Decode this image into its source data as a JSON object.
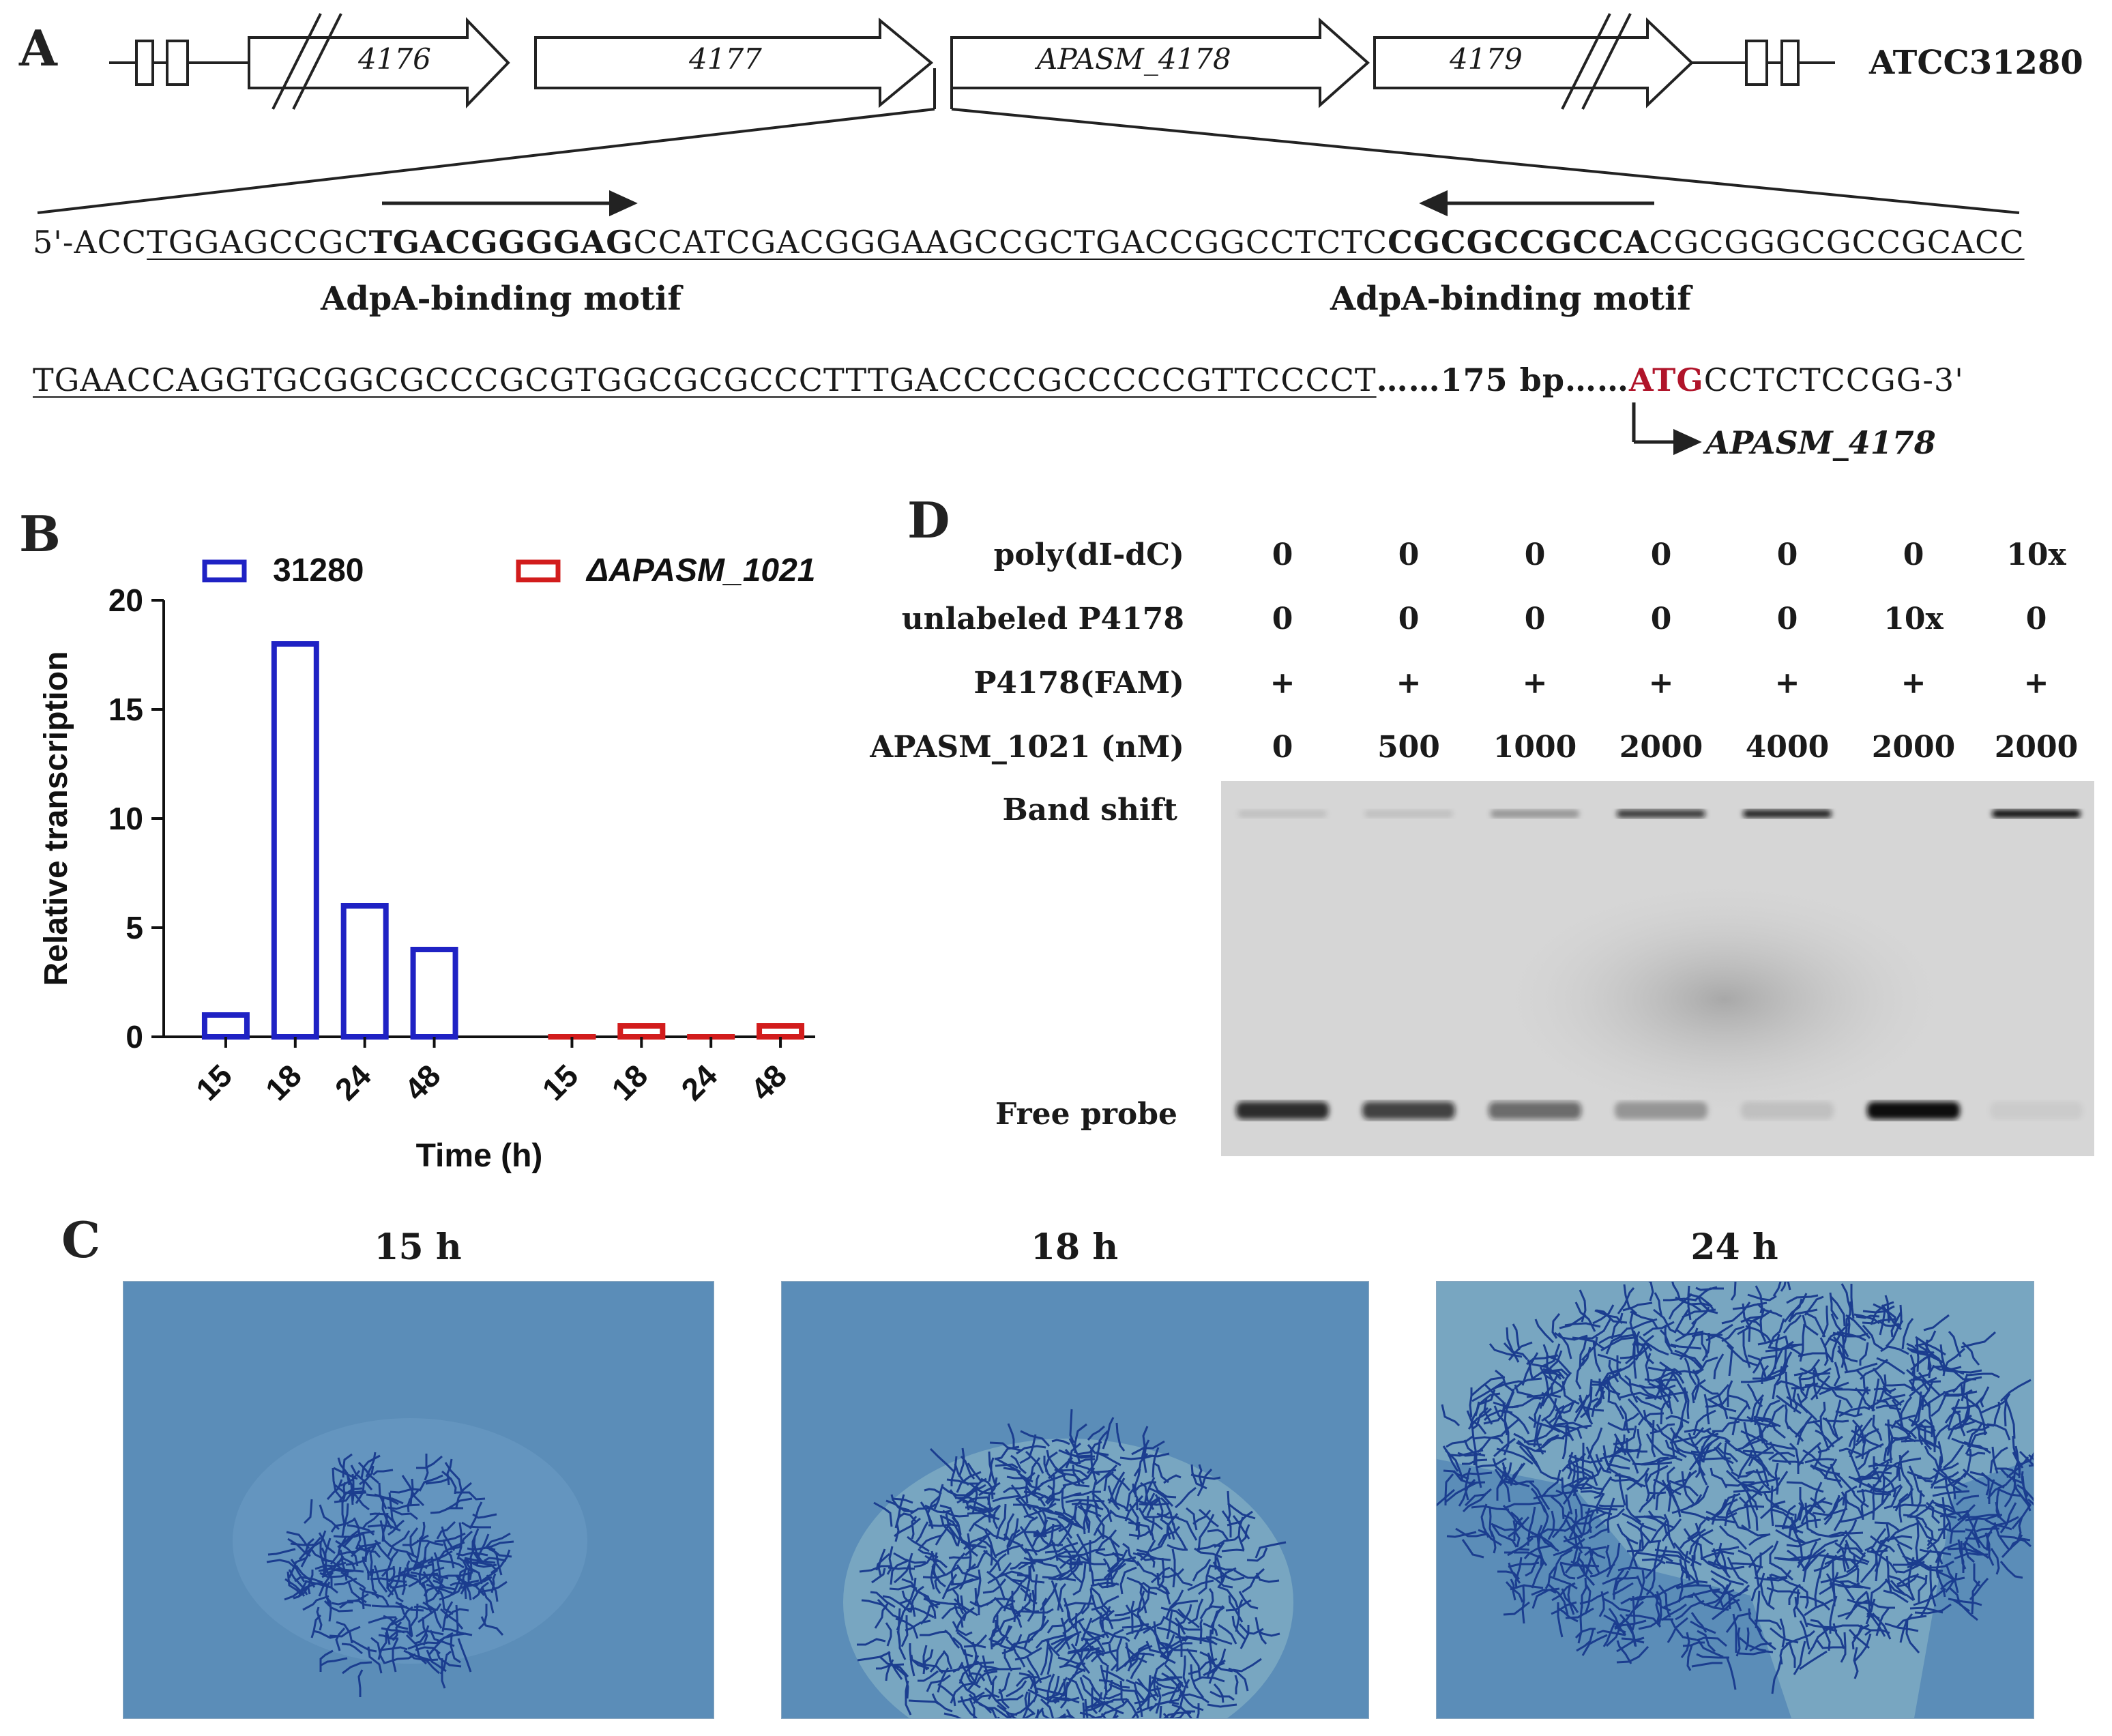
{
  "panels": {
    "a": "A",
    "b": "B",
    "c": "C",
    "d": "D"
  },
  "panel_a": {
    "genes": [
      "4176",
      "4177",
      "APASM_4178",
      "4179"
    ],
    "strain": "ATCC31280",
    "seq1": {
      "prefix": "5'-ACC",
      "underlined_start": "TGGAGCCGC",
      "motif1": "TGACGGGGAG",
      "middle": "CCATCGACGGGAAGCCGCTGACCGGCCTCTC",
      "motif2": "CGCGCCGCCA",
      "end": "CGCGGGCGCCGCACC"
    },
    "motif_label_left": "AdpA-binding motif",
    "motif_label_right": "AdpA-binding motif",
    "seq2": {
      "underlined": "TGAACCAGGTGCGGCGCCCGCGTGGCGCGCCCTTTGACCCCGCCCCCGTTCCCCT",
      "gap": "……175 bp……",
      "start_codon": "ATG",
      "tail": "CCTCTCCGG-3'"
    },
    "start_gene_label": "APASM_4178"
  },
  "chart_data": {
    "type": "bar",
    "categories": [
      "15",
      "18",
      "24",
      "48",
      "15",
      "18",
      "24",
      "48"
    ],
    "series": [
      {
        "name": "31280",
        "values": [
          1,
          18,
          6,
          4,
          null,
          null,
          null,
          null
        ],
        "color": "#1f22c4"
      },
      {
        "name": "ΔAPASM_1021",
        "values": [
          null,
          null,
          null,
          null,
          0,
          0.5,
          0,
          0.5
        ],
        "color": "#d21c1c"
      }
    ],
    "xlabel": "Time (h)",
    "ylabel": "Relative transcription",
    "ylim": [
      0,
      20
    ],
    "yticks": [
      0,
      5,
      10,
      15,
      20
    ],
    "legend": "top"
  },
  "panel_d": {
    "row_labels": [
      "poly(dI-dC)",
      "unlabeled P4178",
      "P4178(FAM)",
      "APASM_1021 (nM)"
    ],
    "rows": [
      [
        "0",
        "0",
        "0",
        "0",
        "0",
        "0",
        "10x"
      ],
      [
        "0",
        "0",
        "0",
        "0",
        "0",
        "10x",
        "0"
      ],
      [
        "+",
        "+",
        "+",
        "+",
        "+",
        "+",
        "+"
      ],
      [
        "0",
        "500",
        "1000",
        "2000",
        "4000",
        "2000",
        "2000"
      ]
    ],
    "band_shift_label": "Band shift",
    "free_probe_label": "Free probe",
    "shift_intensity": [
      0.1,
      0.1,
      0.3,
      0.8,
      0.9,
      0.0,
      1.0
    ],
    "free_intensity": [
      0.85,
      0.75,
      0.55,
      0.3,
      0.1,
      1.0,
      0.05
    ]
  },
  "panel_c": {
    "times": [
      "15 h",
      "18 h",
      "24 h"
    ],
    "colony_icons": [
      "microscopy-colony-15h",
      "microscopy-colony-18h",
      "microscopy-colony-24h"
    ]
  }
}
